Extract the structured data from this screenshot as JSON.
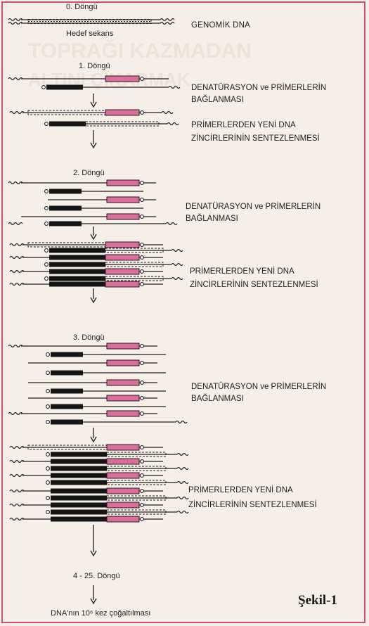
{
  "cycles": {
    "c0": "0. Döngü",
    "c1": "1. Döngü",
    "c2": "2. Döngü",
    "c3": "3. Döngü",
    "c4": "4 - 25. Döngü"
  },
  "labels": {
    "genomic_dna": "GENOMİK DNA",
    "target_seq": "Hedef sekans",
    "denat_1a": "DENATÜRASYON ve PRİMERLERİN",
    "denat_1b": "BAĞLANMASI",
    "synth_1a": "PRİMERLERDEN YENİ DNA",
    "synth_1b": "ZİNCİRLERİNİN SENTEZLENMESİ",
    "final": "DNA'nın 10⁶ kez çoğaltılması"
  },
  "figure_label": "Şekil-1",
  "colors": {
    "primer_fill": "#dd6e9c",
    "frame": "#c8507a",
    "ink": "#1e1e1e"
  }
}
